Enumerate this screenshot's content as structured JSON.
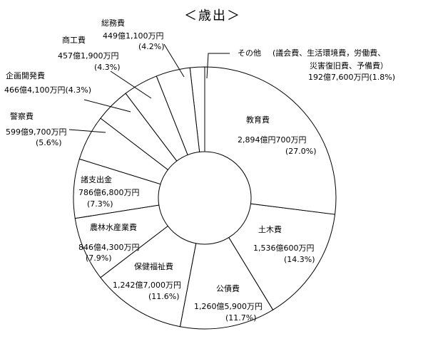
{
  "chart_data": {
    "type": "pie",
    "variant": "donut",
    "title": "＜歳出＞",
    "start": "top",
    "direction": "clockwise",
    "slices": [
      {
        "name": "教育費",
        "amount": "2,894億円700万円",
        "percent_label": "(27.0%)",
        "value": 27.0
      },
      {
        "name": "土木費",
        "amount": "1,536億600万円",
        "percent_label": "(14.3%)",
        "value": 14.3
      },
      {
        "name": "公債費",
        "amount": "1,260億5,900万円",
        "percent_label": "(11.7%)",
        "value": 11.7
      },
      {
        "name": "保健福祉費",
        "amount": "1,242億7,000万円",
        "percent_label": "(11.6%)",
        "value": 11.6
      },
      {
        "name": "農林水産業費",
        "amount": "846億4,300万円",
        "percent_label": "(7.9%)",
        "value": 7.9
      },
      {
        "name": "諸支出金",
        "amount": "786億6,800万円",
        "percent_label": "(7.3%)",
        "value": 7.3
      },
      {
        "name": "警察費",
        "amount": "599億9,700万円",
        "percent_label": "(5.6%)",
        "value": 5.6
      },
      {
        "name": "企画開発費",
        "amount": "466億4,100万円(4.3%)",
        "percent_label": "",
        "value": 4.3
      },
      {
        "name": "商工費",
        "amount": "457億1,900万円",
        "percent_label": "(4.3%)",
        "value": 4.3
      },
      {
        "name": "総務費",
        "amount": "449億1,100万円",
        "percent_label": "(4.2%)",
        "value": 4.2
      },
      {
        "name": "その他",
        "detail1": "(議会費、生活環境費，労働費、",
        "detail2": "災害復旧費、予備費）",
        "amount": "192億7,600万円(1.8%)",
        "percent_label": "",
        "value": 1.8
      }
    ]
  }
}
